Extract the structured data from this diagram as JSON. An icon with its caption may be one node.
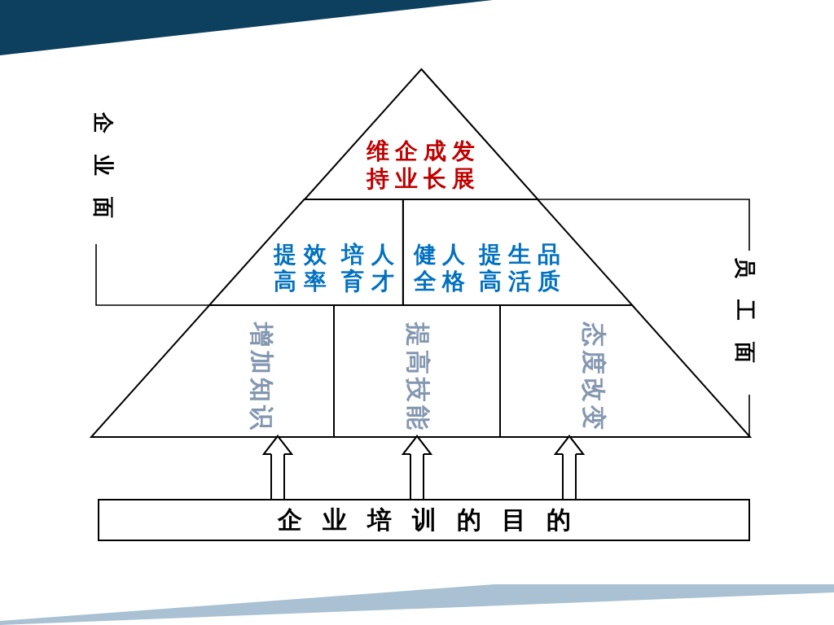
{
  "diagram": {
    "nodes": [
      {
        "text": [
          "维持企业成长发展"
        ]
      },
      {
        "text": [
          "提高效率",
          "培育人才"
        ]
      },
      {
        "text": [
          "健全人格",
          "提高生活品质"
        ]
      },
      {
        "text": [
          "增加知识"
        ]
      },
      {
        "text": [
          "提高技能"
        ]
      },
      {
        "text": [
          "态度改变"
        ]
      },
      {
        "text": [
          "企业培训的目的"
        ]
      }
    ],
    "edges": [
      {
        "from": 6,
        "to": 3,
        "arrow": "to"
      },
      {
        "from": 6,
        "to": 4,
        "arrow": "to"
      },
      {
        "from": 6,
        "to": 5,
        "arrow": "to"
      }
    ],
    "labels": [
      "企业面",
      "员工面"
    ]
  }
}
